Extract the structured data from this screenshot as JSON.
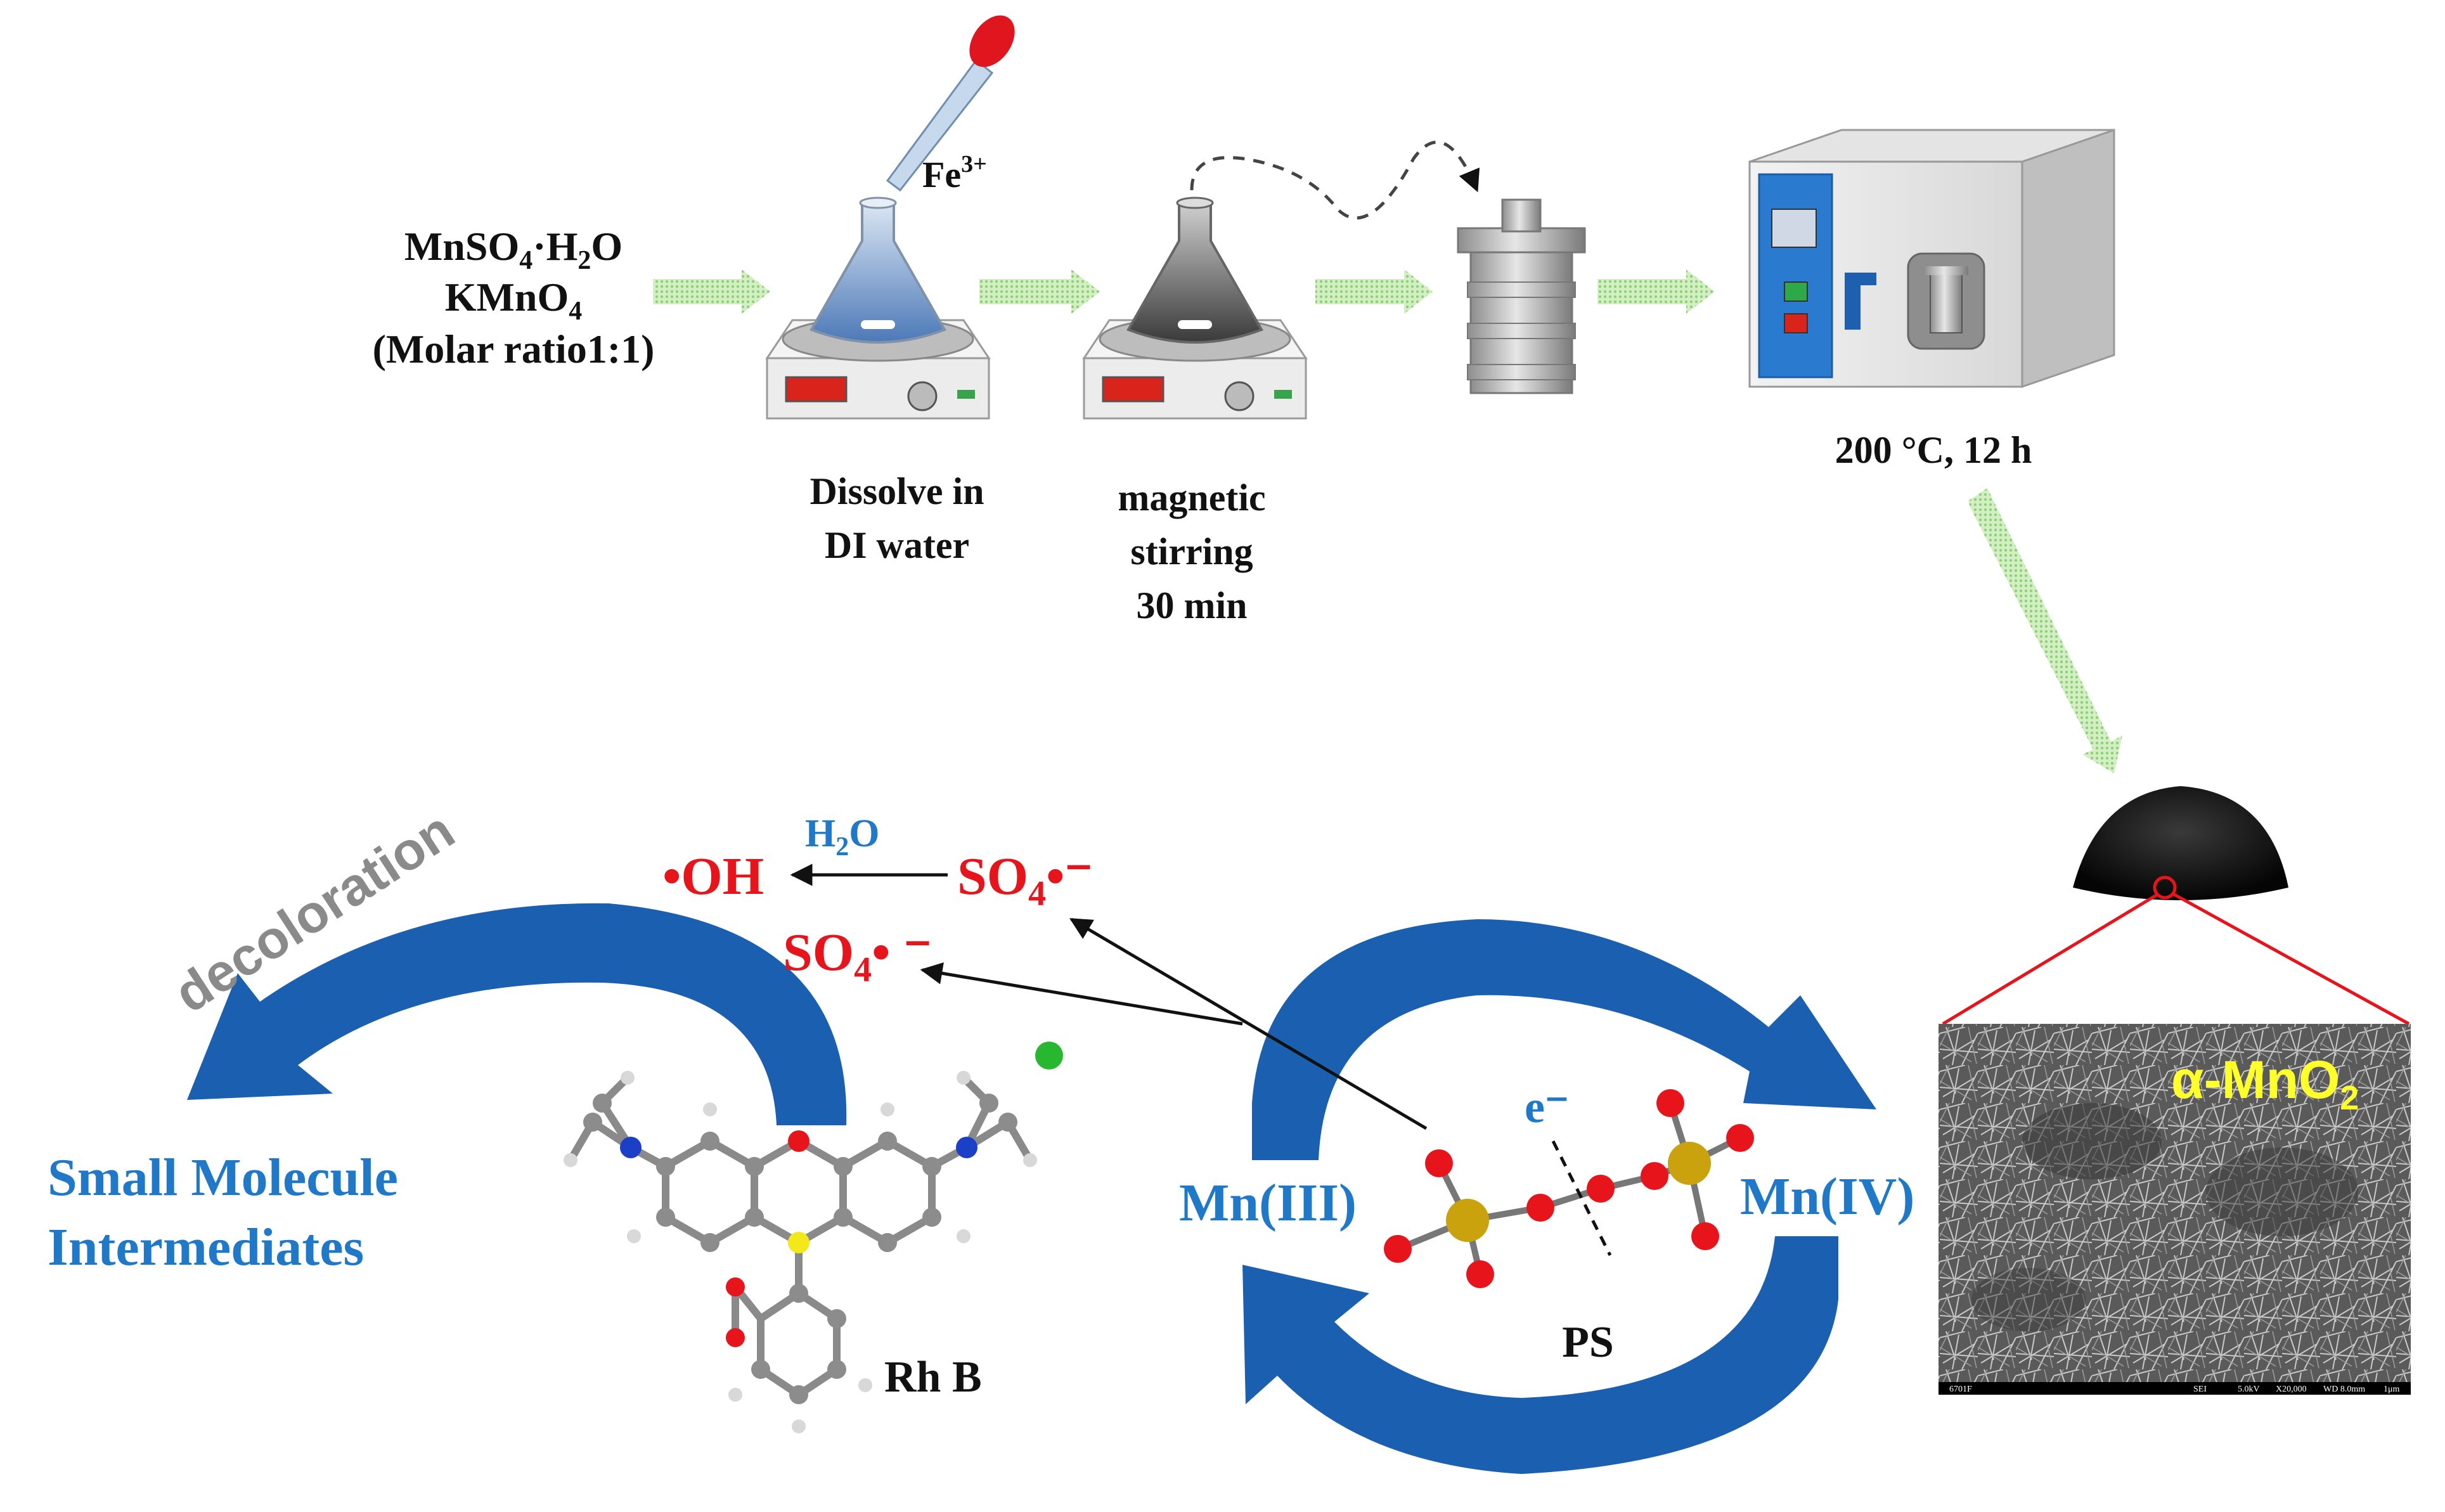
{
  "reagents": {
    "line1": "MnSO",
    "line1_sub": "4",
    "line1_mid": "·H",
    "line1_sub2": "2",
    "line1_end": "O",
    "line2": "KMnO",
    "line2_sub": "4",
    "line3": "(Molar ratio1:1)"
  },
  "dropper": {
    "label": "Fe",
    "label_sup": "3+"
  },
  "steps": {
    "dissolve": [
      "Dissolve in",
      "DI water"
    ],
    "stirring": [
      "magnetic",
      "stirring",
      "30 min"
    ],
    "oven": "200 °C, 12 h"
  },
  "material": {
    "label": "α-MnO",
    "label_sub": "2",
    "sem_footer": [
      "6701F",
      "SEI",
      "5.0kV",
      "X20,000",
      "WD 8.0mm",
      "1μm"
    ]
  },
  "mechanism": {
    "decoloration": "decoloration",
    "small_molecule": [
      "Small Molecule",
      "Intermediates"
    ],
    "oh_radical": "•OH",
    "water": "H",
    "water_sub": "2",
    "water_end": "O",
    "sulfate1": "SO",
    "sulfate1_sub": "4",
    "sulfate1_end": "•⁻",
    "sulfate2": "SO",
    "sulfate2_sub": "4",
    "sulfate2_end": "• ⁻",
    "mn3": "Mn(III)",
    "mn4": "Mn(IV)",
    "electron": "e⁻",
    "ps": "PS",
    "rhb": "Rh B"
  },
  "colors": {
    "blue": "#1f78c8",
    "arrow_blue": "#1b5fb0",
    "red": "#e8141b",
    "green_arrow": "#b8e0a0",
    "gray_text": "#8a8a8a"
  }
}
